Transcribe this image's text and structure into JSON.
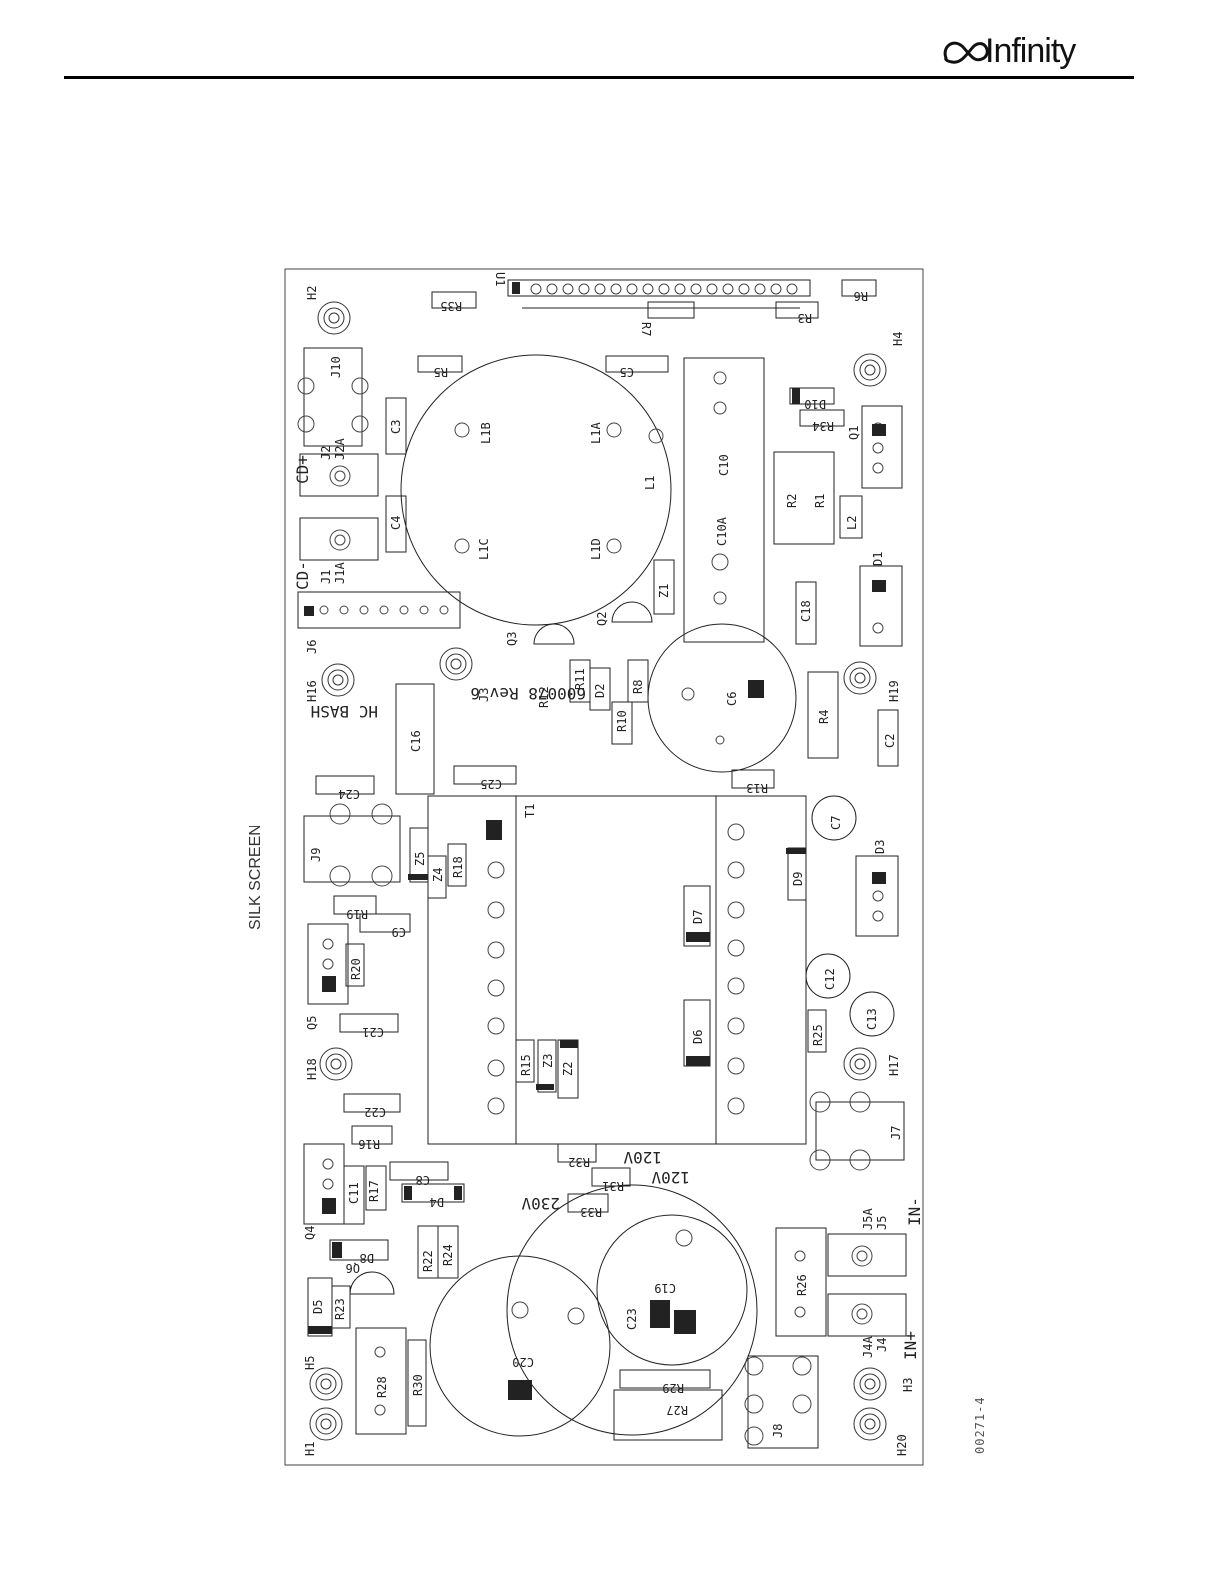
{
  "brand": "Infinity",
  "side_label": "SILK SCREEN",
  "doc_number": "00271-4",
  "board_text": "600078 Rev 6",
  "hc_label": "HC BASH",
  "voltage_labels": [
    "120V",
    "120V",
    "230V"
  ],
  "connector_labels": [
    "CD+",
    "CD-",
    "IN-",
    "IN+"
  ],
  "components": [
    "H2",
    "R35",
    "U1",
    "R6",
    "R7",
    "R3",
    "H4",
    "J10",
    "R5",
    "C5",
    "D10",
    "R34",
    "Q1",
    "C3",
    "L1B",
    "L1A",
    "C10",
    "J2",
    "J2A",
    "L1",
    "R2",
    "R1",
    "L2",
    "C4",
    "C10A",
    "J1",
    "J1A",
    "L1C",
    "L1D",
    "D1",
    "Z1",
    "J6",
    "Q2",
    "C18",
    "Q3",
    "H16",
    "J3",
    "R11",
    "D2",
    "R8",
    "R12",
    "C6",
    "H19",
    "R10",
    "R4",
    "C16",
    "C2",
    "C24",
    "C25",
    "R13",
    "T1",
    "C7",
    "J9",
    "Z5",
    "Z4",
    "R18",
    "D3",
    "D9",
    "R19",
    "C9",
    "D7",
    "R20",
    "C12",
    "Q5",
    "C21",
    "C13",
    "D6",
    "R25",
    "R15",
    "Z3",
    "Z2",
    "H18",
    "H17",
    "C22",
    "J7",
    "R16",
    "R32",
    "C8",
    "C11",
    "R17",
    "R31",
    "D4",
    "R33",
    "Q4",
    "D8",
    "R22",
    "R24",
    "C19",
    "J5A",
    "J5",
    "Q6",
    "R26",
    "D5",
    "R23",
    "C23",
    "C20",
    "J4A",
    "J4",
    "H5",
    "R29",
    "H3",
    "R28",
    "R30",
    "R27",
    "J8",
    "H1",
    "H20"
  ]
}
